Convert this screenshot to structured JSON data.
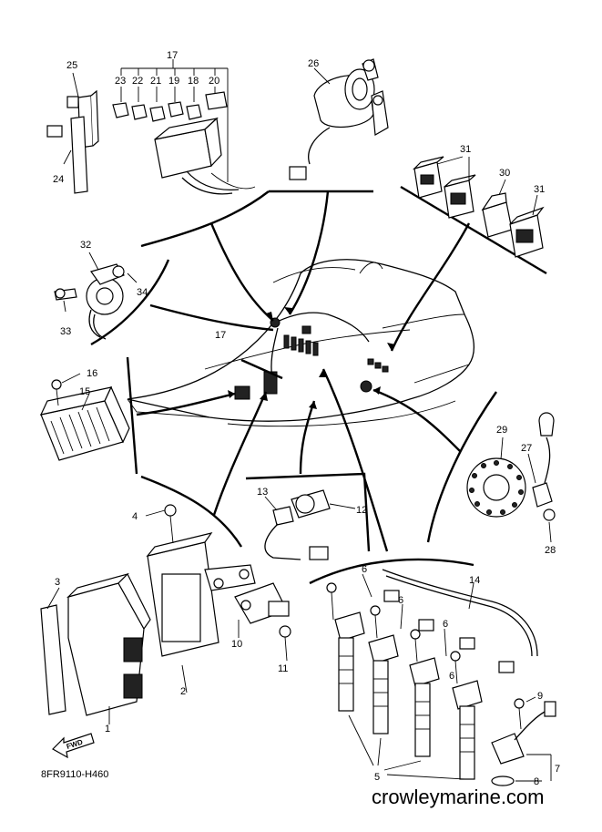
{
  "diagram_code": "8FR9110-H460",
  "watermark": "crowleymarine.com",
  "fwd_label": "FWD",
  "callouts": {
    "c1": "1",
    "c2": "2",
    "c3": "3",
    "c4": "4",
    "c5": "5",
    "c6a": "6",
    "c6b": "6",
    "c6c": "6",
    "c6d": "6",
    "c7": "7",
    "c8": "8",
    "c9": "9",
    "c10": "10",
    "c11": "11",
    "c12": "12",
    "c13": "13",
    "c14": "14",
    "c15": "15",
    "c16": "16",
    "c17a": "17",
    "c17b": "17",
    "c18": "18",
    "c19": "19",
    "c20": "20",
    "c21": "21",
    "c22": "22",
    "c23": "23",
    "c24": "24",
    "c25": "25",
    "c26": "26",
    "c27": "27",
    "c28": "28",
    "c29": "29",
    "c30": "30",
    "c31a": "31",
    "c31b": "31",
    "c32": "32",
    "c33": "33",
    "c34": "34"
  },
  "colors": {
    "ink": "#000000",
    "paper": "#ffffff"
  }
}
